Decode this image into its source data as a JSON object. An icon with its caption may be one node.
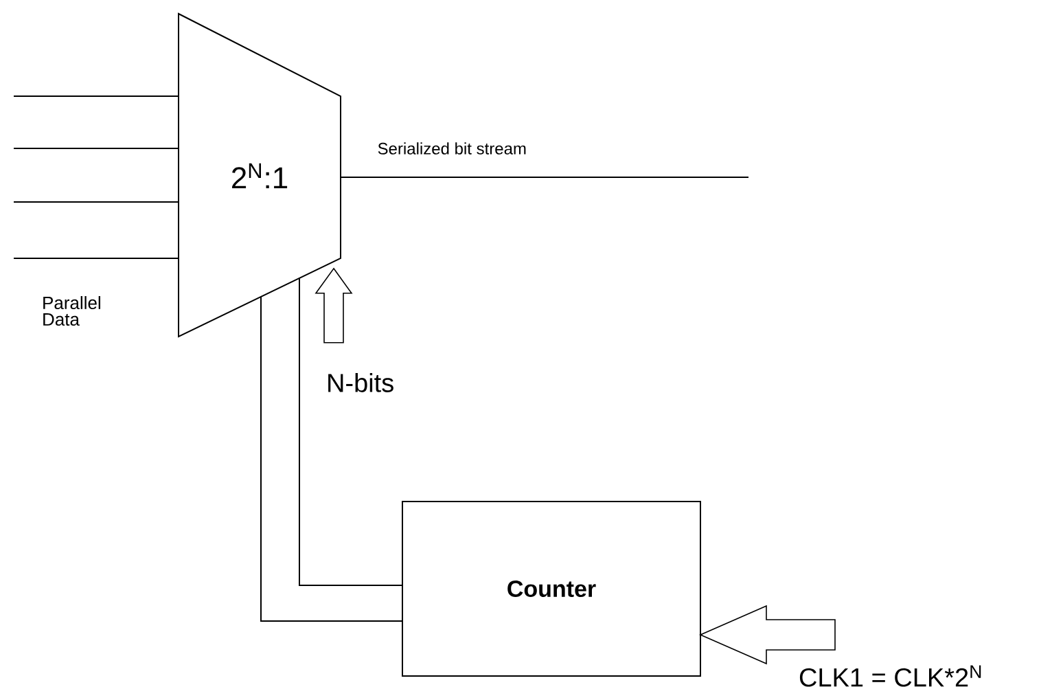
{
  "diagram": {
    "nodes": [
      {
        "text": [
          "2$^{N}$:1"
        ]
      },
      {
        "text": [
          "Counter"
        ]
      }
    ],
    "edges": [
      {
        "from": null,
        "to": 0,
        "arrow": "none"
      },
      {
        "from": null,
        "to": 0,
        "arrow": "none"
      },
      {
        "from": null,
        "to": 0,
        "arrow": "none"
      },
      {
        "from": null,
        "to": 0,
        "arrow": "none"
      },
      {
        "from": 0,
        "to": null,
        "arrow": "none",
        "label": "Serialized bit stream"
      },
      {
        "from": 1,
        "to": 0,
        "arrow": "none"
      },
      {
        "from": 1,
        "to": 0,
        "arrow": "none"
      },
      {
        "from": null,
        "to": 0,
        "arrow": "to",
        "label": "N-bits"
      },
      {
        "from": null,
        "to": 1,
        "arrow": "to",
        "label": "CLK1 = CLK*2$^{N}$"
      }
    ],
    "labels": [
      "Parallel Data"
    ]
  }
}
